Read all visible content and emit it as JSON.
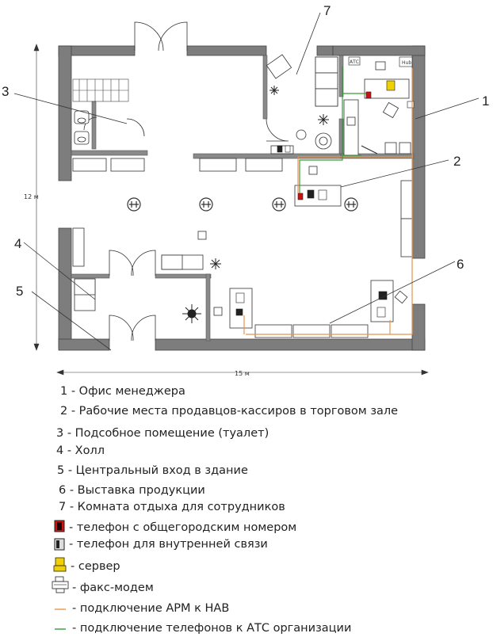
{
  "dimensions": {
    "height_label": "12 м",
    "width_label": "15 м"
  },
  "callouts": [
    "1",
    "2",
    "3",
    "4",
    "5",
    "6",
    "7"
  ],
  "room_labels": {
    "ats": "АТС",
    "hub": "Hub"
  },
  "legend": [
    "1 - Офис менеджера",
    "2 - Рабочие места продавцов-кассиров в торговом зале",
    "3 - Подсобное помещение (туалет)",
    "4 - Холл",
    "5 - Центральный вход в здание",
    "6 - Выставка продукции",
    "7 - Комната отдыха для сотрудников",
    "- телефон с общегородским номером",
    "- телефон для внутренней связи",
    "- сервер",
    "- факс-модем",
    "- подключение АРМ к НАВ",
    "- подключение телефонов к АТС организации"
  ],
  "colors": {
    "wall": "#7a7a7a",
    "lan_line": "#e8944a",
    "phone_line": "#3a9a3a",
    "city_phone": "#cc1111",
    "server": "#f0d000"
  }
}
